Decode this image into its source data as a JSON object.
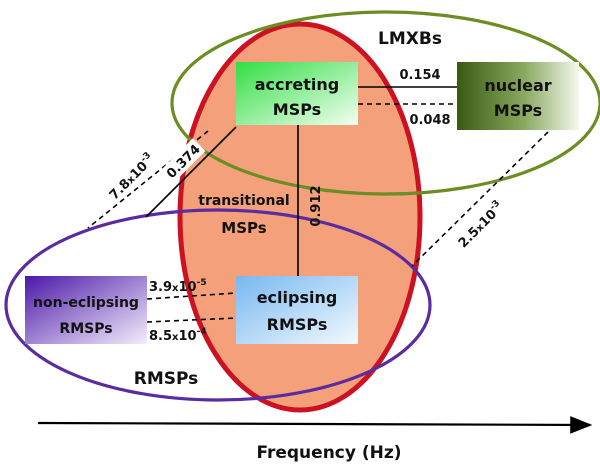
{
  "groups": {
    "lmxbs": "LMXBs",
    "rmsps": "RMSPs",
    "transitional": [
      "transitional",
      "MSPs"
    ]
  },
  "nodes": {
    "accreting": [
      "accreting",
      "MSPs"
    ],
    "nuclear": [
      "nuclear",
      "MSPs"
    ],
    "eclipsing": [
      "eclipsing",
      "RMSPs"
    ],
    "non_eclipsing": [
      "non-eclipsing",
      "RMSPs"
    ]
  },
  "edges": {
    "accreting_nuclear_solid": "0.154",
    "accreting_nuclear_dashed": "0.048",
    "accreting_rmsps_solid": "0.374",
    "accreting_rmsps_dashed": {
      "mantissa": "7.8",
      "times": "x",
      "base": "10",
      "exp": "-3"
    },
    "accreting_eclipsing": "0.912",
    "nuclear_rmsps_dashed": {
      "mantissa": "2.5",
      "times": "x",
      "base": "10",
      "exp": "-3"
    },
    "noneclipsing_eclipsing_top": {
      "mantissa": "3.9",
      "times": "x",
      "base": "10",
      "exp": "-5"
    },
    "noneclipsing_eclipsing_bottom": {
      "mantissa": "8.5",
      "times": "x",
      "base": "10",
      "exp": "-4"
    }
  },
  "axis": {
    "label": "Frequency (Hz)"
  },
  "colors": {
    "lmxb_ellipse": "#6b8e23",
    "rmsp_ellipse": "#5a2ca0",
    "transitional_fill": "#f4a07a",
    "transitional_stroke": "#cc1122",
    "accreting": "#33dd44",
    "nuclear": "#3a5a14",
    "eclipsing": "#77b8f0",
    "non_eclipsing": "#5a22b0"
  }
}
